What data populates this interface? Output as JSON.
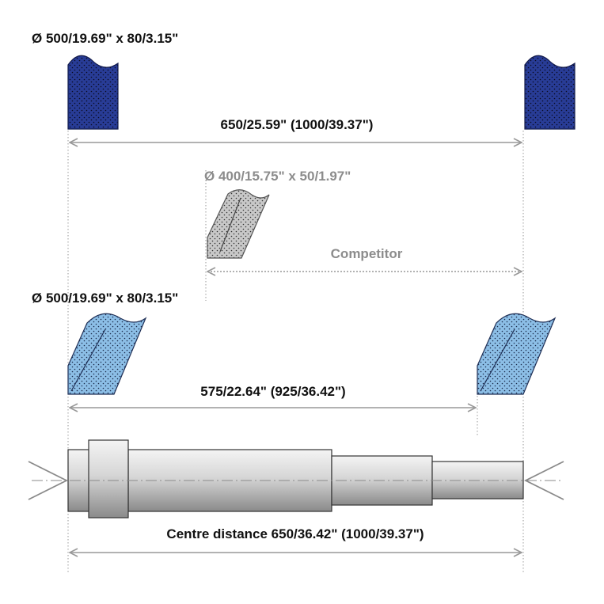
{
  "labels": {
    "top_wheel_spec": "Ø 500/19.69\" x 80/3.15\"",
    "top_distance": "650/25.59\" (1000/39.37\")",
    "competitor_wheel_spec": "Ø 400/15.75\" x 50/1.97\"",
    "competitor_label": "Competitor",
    "angled_wheel_spec": "Ø 500/19.69\" x 80/3.15\"",
    "angled_distance": "575/22.64\" (925/36.42\")",
    "centre_distance": "Centre distance 650/36.42\" (1000/39.37\")"
  },
  "colors": {
    "dark_wheel": "#283c96",
    "light_wheel": "#8cbee6",
    "competitor_wheel": "#c8c8c8",
    "dimension_line": "#999999",
    "competitor_text": "#8c8c8c",
    "text": "#111111"
  }
}
